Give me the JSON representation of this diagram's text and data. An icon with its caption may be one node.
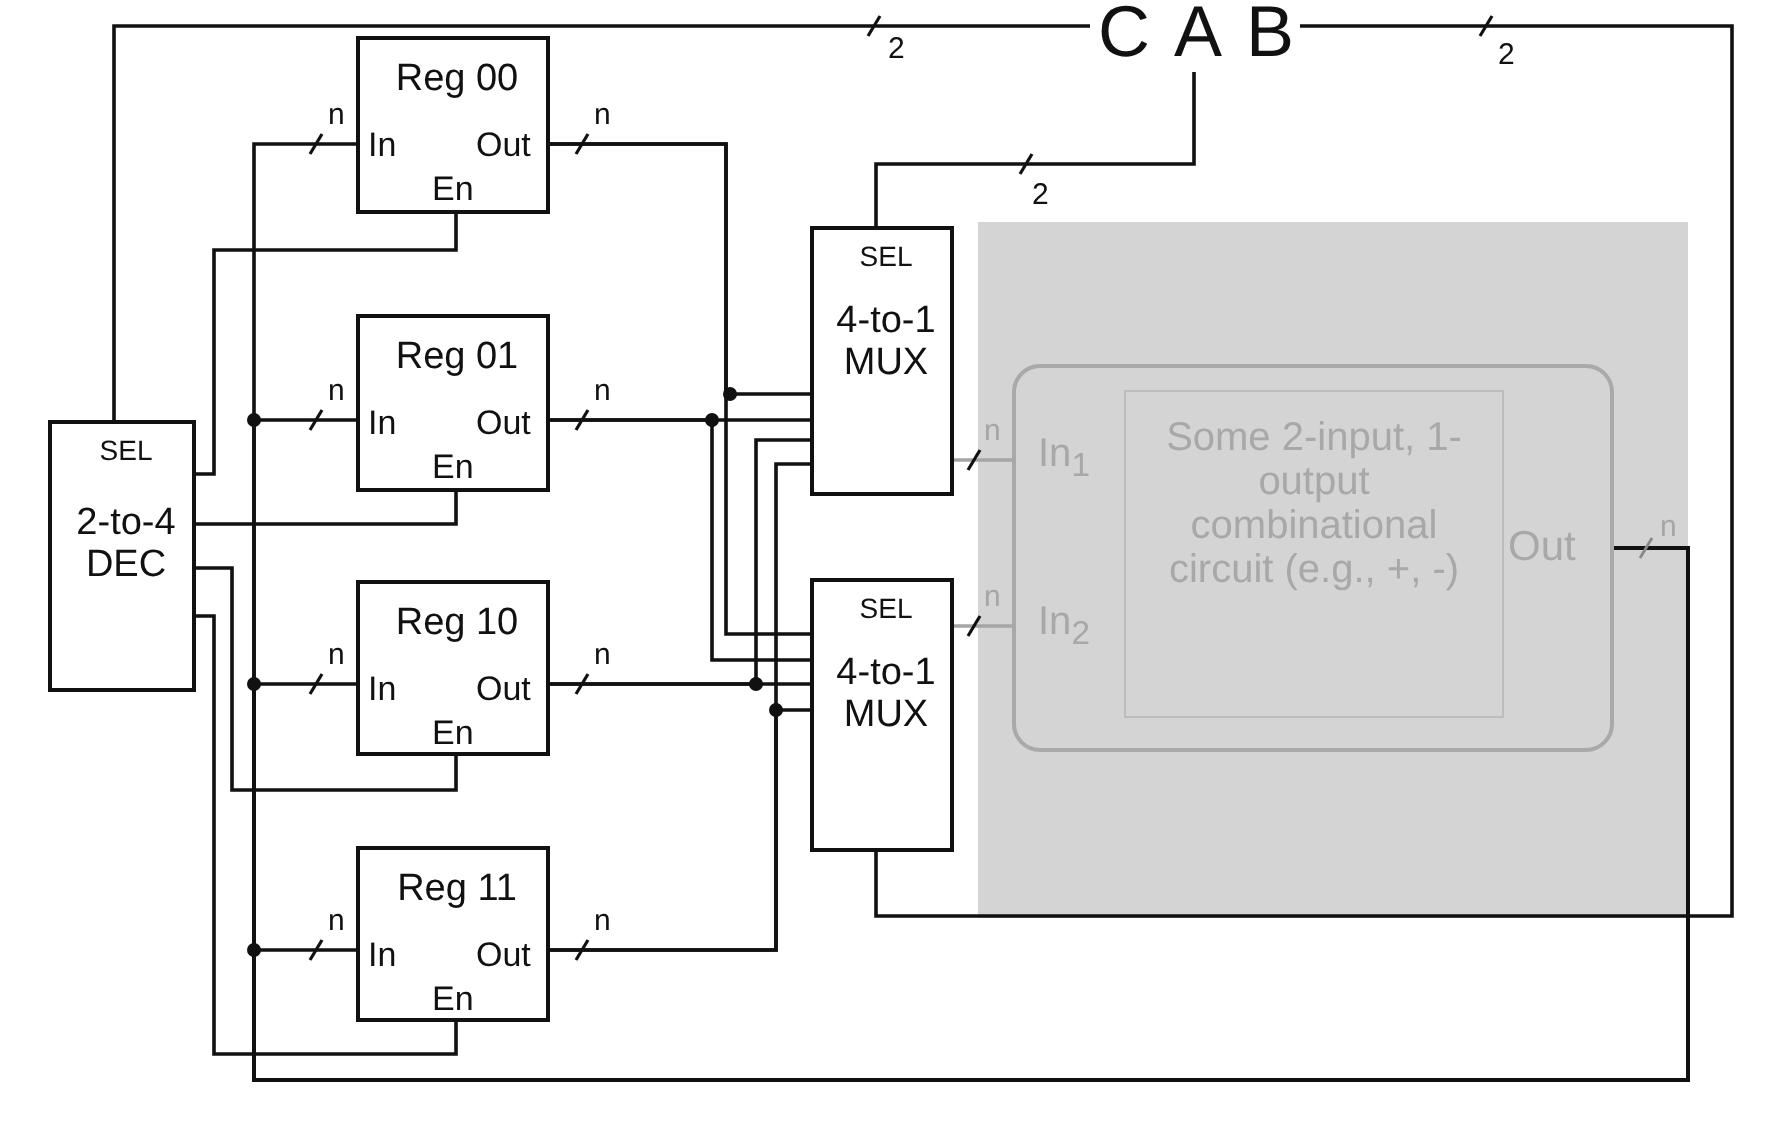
{
  "diagram": {
    "nodes": [
      {
        "text": [
          "C"
        ]
      },
      {
        "text": [
          "A"
        ]
      },
      {
        "text": [
          "B"
        ]
      },
      {
        "text": [
          "SEL",
          "2-to-4 DEC"
        ]
      },
      {
        "text": [
          "Reg 00",
          "In",
          "Out",
          "En"
        ]
      },
      {
        "text": [
          "Reg 01",
          "In",
          "Out",
          "En"
        ]
      },
      {
        "text": [
          "Reg 10",
          "In",
          "Out",
          "En"
        ]
      },
      {
        "text": [
          "Reg 11",
          "In",
          "Out",
          "En"
        ]
      },
      {
        "text": [
          "SEL",
          "4-to-1 MUX"
        ]
      },
      {
        "text": [
          "SEL",
          "4-to-1 MUX"
        ]
      },
      {
        "text": [],
        "shape": "box"
      },
      {
        "text": [
          "In$_{1}$",
          "In$_{2}$",
          "Out"
        ],
        "in": 10
      },
      {
        "text": [
          "Some 2-input, 1-output combinational circuit (e.g., +, -)"
        ],
        "in": 11
      }
    ],
    "edges": [
      {
        "from": 0,
        "to": 3,
        "arrow": "none",
        "label": "2"
      },
      {
        "from": 1,
        "to": 8,
        "arrow": "none",
        "label": "2"
      },
      {
        "from": 2,
        "to": 9,
        "arrow": "none",
        "label": "2"
      },
      {
        "from": 3,
        "to": 4,
        "arrow": "none"
      },
      {
        "from": 3,
        "to": 5,
        "arrow": "none"
      },
      {
        "from": 3,
        "to": 6,
        "arrow": "none"
      },
      {
        "from": 3,
        "to": 7,
        "arrow": "none"
      },
      {
        "from": 11,
        "to": 4,
        "arrow": "none",
        "label": "n"
      },
      {
        "from": 11,
        "to": 5,
        "arrow": "none",
        "label": "n"
      },
      {
        "from": 11,
        "to": 6,
        "arrow": "none",
        "label": "n"
      },
      {
        "from": 11,
        "to": 7,
        "arrow": "none",
        "label": "n"
      },
      {
        "from": 4,
        "to": 8,
        "arrow": "none",
        "label": "n"
      },
      {
        "from": 4,
        "to": 9,
        "arrow": "none"
      },
      {
        "from": 5,
        "to": 8,
        "arrow": "none",
        "label": "n"
      },
      {
        "from": 5,
        "to": 9,
        "arrow": "none"
      },
      {
        "from": 6,
        "to": 8,
        "arrow": "none",
        "label": "n"
      },
      {
        "from": 6,
        "to": 9,
        "arrow": "none"
      },
      {
        "from": 7,
        "to": 8,
        "arrow": "none",
        "label": "n"
      },
      {
        "from": 7,
        "to": 9,
        "arrow": "none"
      },
      {
        "from": 8,
        "to": 11,
        "arrow": "none",
        "label": "n",
        "color": "#a6a6a6"
      },
      {
        "from": 9,
        "to": 11,
        "arrow": "none",
        "label": "n",
        "color": "#a6a6a6"
      }
    ],
    "labels": [
      "n"
    ]
  }
}
